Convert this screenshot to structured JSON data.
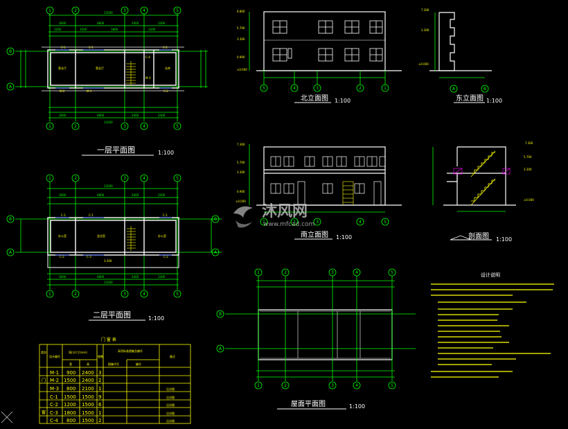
{
  "titles": {
    "plan1": "一层平面图",
    "plan2": "二层平面图",
    "roof": "屋面平面图",
    "north": "北立面图",
    "south": "南立面图",
    "east": "东立面图",
    "section": "剖面图",
    "scale": "1:100"
  },
  "notes": {
    "title": "设计说明"
  },
  "table": {
    "title": "门 窗 表",
    "headers": [
      "类别",
      "设计编号",
      "洞口尺寸(mm)",
      "宽",
      "高",
      "樘数",
      "采用标准图集及编号",
      "图集代号",
      "编号",
      "备注"
    ],
    "group_door": "门",
    "group_window": "窗",
    "rows": [
      {
        "code": "M-1",
        "w": "900",
        "h": "2400",
        "n": "3",
        "remark": ""
      },
      {
        "code": "M-2",
        "w": "1500",
        "h": "2400",
        "n": "2",
        "remark": ""
      },
      {
        "code": "M-3",
        "w": "800",
        "h": "2100",
        "n": "1",
        "remark": "见详图"
      },
      {
        "code": "C-1",
        "w": "1500",
        "h": "1500",
        "n": "9",
        "remark": "见详图"
      },
      {
        "code": "C-2",
        "w": "1200",
        "h": "1500",
        "n": "6",
        "remark": "见详图"
      },
      {
        "code": "C-3",
        "w": "1800",
        "h": "1500",
        "n": "1",
        "remark": "见详图"
      },
      {
        "code": "C-4",
        "w": "800",
        "h": "1500",
        "n": "2",
        "remark": "见详图"
      }
    ]
  },
  "axes": {
    "numbers": [
      "1",
      "2",
      "3",
      "4",
      "5"
    ],
    "letters": [
      "A",
      "B"
    ]
  },
  "watermark": {
    "brand": "沐风网",
    "url": "www.mfcad.com"
  },
  "colors": {
    "line": "#ffffff",
    "dim": "#00ff00",
    "text": "#ffff00",
    "hatch": "#ff00ff",
    "window": "#0000ff"
  }
}
